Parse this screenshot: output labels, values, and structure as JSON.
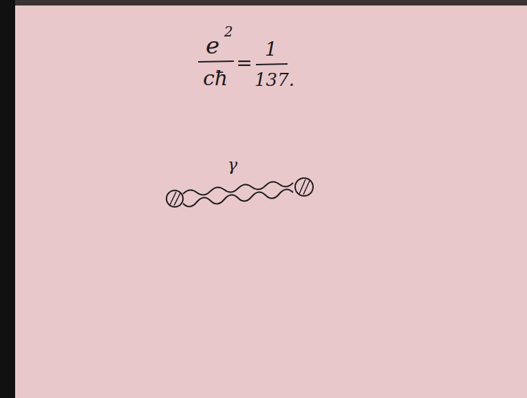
{
  "diagram": {
    "labels": [
      "e",
      "2",
      "cħ",
      "=",
      "1",
      "137.",
      "γ"
    ]
  }
}
